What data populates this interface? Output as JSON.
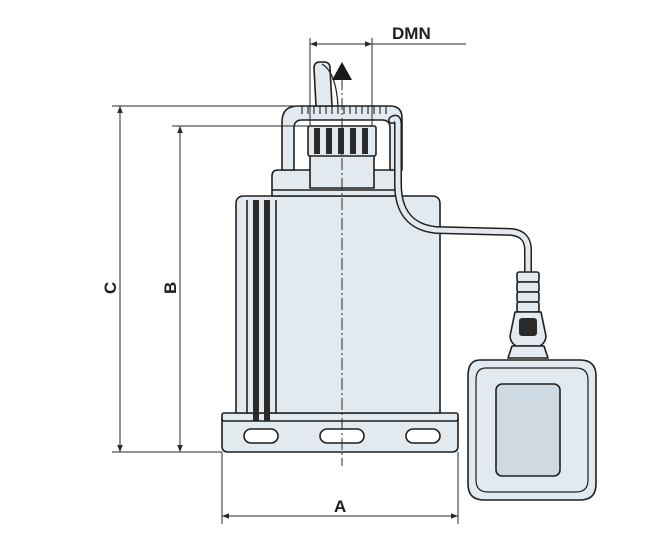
{
  "diagram": {
    "labels": {
      "dmn": "DMN",
      "a": "A",
      "b": "B",
      "c": "C"
    },
    "colors": {
      "body_fill": "#e2e9ef",
      "body_shade": "#cfd9e2",
      "outline": "#1f1f1f",
      "dimension_line": "#2a2a2a"
    }
  }
}
